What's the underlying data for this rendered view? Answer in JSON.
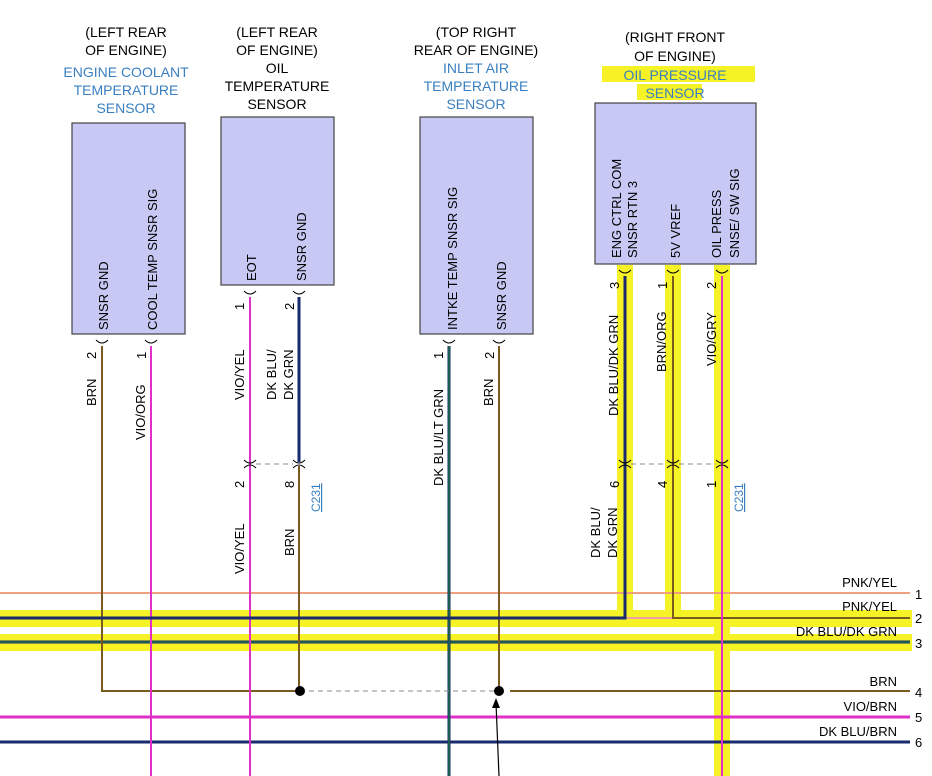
{
  "components": [
    {
      "location_line1": "(LEFT REAR",
      "location_line2": "OF ENGINE)",
      "name_lines": [
        "ENGINE COOLANT",
        "TEMPERATURE",
        "SENSOR"
      ],
      "pins": [
        {
          "label": "SNSR GND",
          "num": "2"
        },
        {
          "label": "COOL TEMP SNSR SIG",
          "num": "1"
        }
      ]
    },
    {
      "location_line1": "(LEFT REAR",
      "location_line2": "OF ENGINE)",
      "name_lines": [
        "OIL",
        "TEMPERATURE",
        "SENSOR"
      ],
      "pins": [
        {
          "label": "EOT",
          "num": "1"
        },
        {
          "label": "SNSR GND",
          "num": "2"
        }
      ]
    },
    {
      "location_line1": "(TOP RIGHT",
      "location_line2": "REAR OF ENGINE)",
      "name_lines": [
        "INLET AIR",
        "TEMPERATURE",
        "SENSOR"
      ],
      "pins": [
        {
          "label": "INTKE TEMP SNSR SIG",
          "num": "1"
        },
        {
          "label": "SNSR GND",
          "num": "2"
        }
      ]
    },
    {
      "location_line1": "(RIGHT FRONT",
      "location_line2": "OF ENGINE)",
      "name_lines": [
        "OIL PRESSURE",
        "SENSOR"
      ],
      "pins": [
        {
          "label": "ENG CTRL COM SNSR RTN 3",
          "label_a": "ENG CTRL COM",
          "label_b": "SNSR RTN 3",
          "num": "3"
        },
        {
          "label": "5V VREF",
          "num": "1"
        },
        {
          "label": "OIL PRESS SNSE/ SW SIG",
          "label_a": "OIL PRESS",
          "label_b": "SNSE/ SW SIG",
          "num": "2"
        }
      ]
    }
  ],
  "wire_colors": {
    "w1": "BRN",
    "w2": "VIO/ORG",
    "w3": "VIO/YEL",
    "w4a": "DK BLU/",
    "w4b": "DK GRN",
    "w5": "DK BLU/LT GRN",
    "w6": "BRN",
    "w7": "DK BLU/DK GRN",
    "w8": "BRN/ORG",
    "w9": "VIO/GRY",
    "w3b": "VIO/YEL",
    "w4c": "BRN",
    "w7a": "DK BLU/",
    "w7b": "DK GRN"
  },
  "connector": {
    "name": "C231",
    "pins_left": {
      "vio_yel": "2",
      "brn": "8"
    },
    "pins_right": {
      "dkblu": "6",
      "brn_org": "4",
      "vio_gry": "1"
    }
  },
  "bus": [
    {
      "label": "PNK/YEL",
      "num": "1"
    },
    {
      "label": "PNK/YEL",
      "num": "2"
    },
    {
      "label": "DK BLU/DK GRN",
      "num": "3"
    },
    {
      "label": "BRN",
      "num": "4"
    },
    {
      "label": "VIO/BRN",
      "num": "5"
    },
    {
      "label": "DK BLU/BRN",
      "num": "6"
    }
  ],
  "colors": {
    "brown": "#7a5a1e",
    "violet": "#e030c8",
    "darkblue": "#1a2a6e",
    "green": "#1d8a3a",
    "pink": "#f0a080",
    "highlight": "#f4f000",
    "box": "#c8c8f5",
    "link": "#3a7fc0"
  }
}
